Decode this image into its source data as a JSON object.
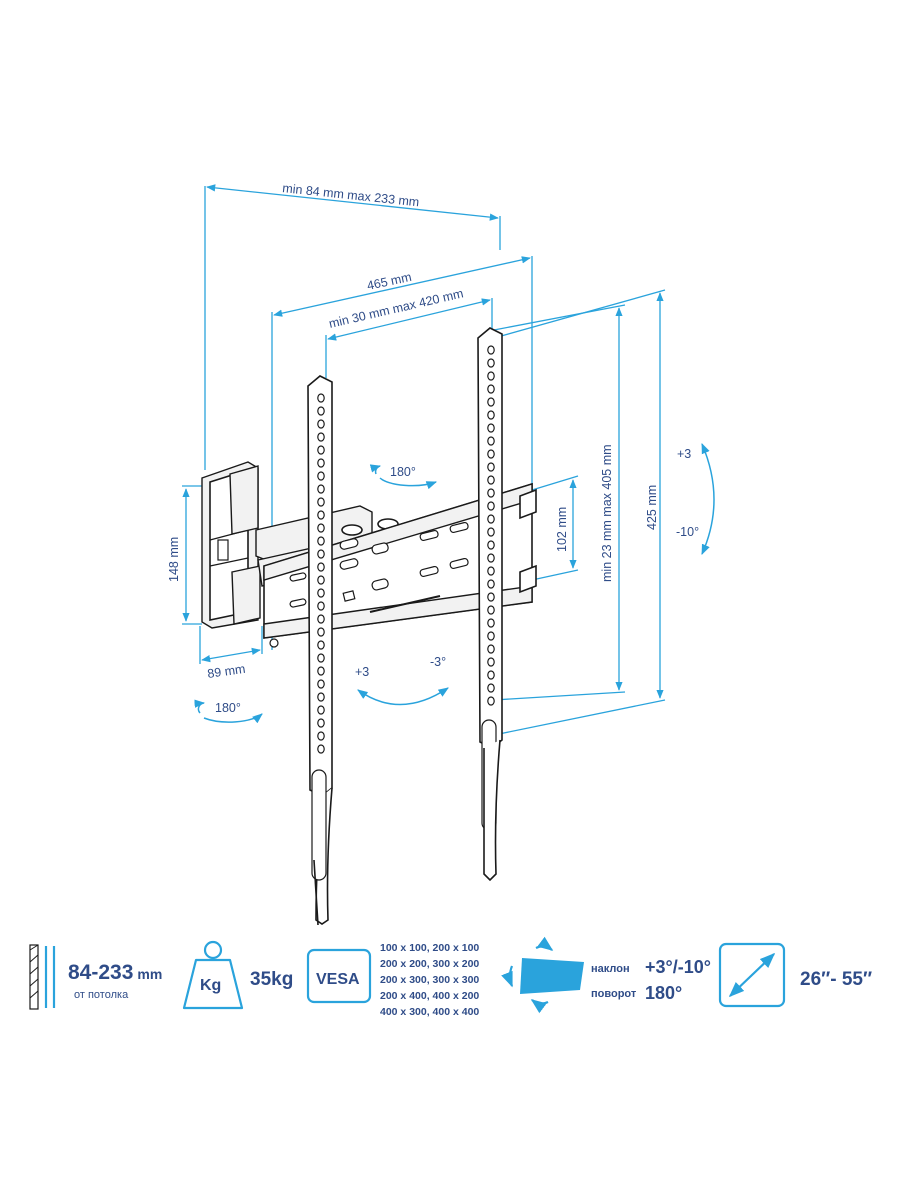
{
  "colors": {
    "dimension_line": "#2aa3dc",
    "text_navy": "#2f4c88",
    "outline": "#1a1a1a",
    "accent_fill": "#2aa3dc"
  },
  "dimensions": {
    "wall_depth": "min 84 mm max 233 mm",
    "arm_width": "465 mm",
    "vesa_horizontal": "min 30 mm max 420 mm",
    "rail_height": "102 mm",
    "vesa_vertical": "min 23 mm max 405 mm",
    "bracket_height": "425 mm",
    "wall_plate_height": "148 mm",
    "wall_plate_width": "89 mm"
  },
  "rotations": {
    "swivel_top": "180°",
    "swivel_bottom": "180°",
    "tilt_right_plus": "+3",
    "tilt_right_minus": "-10°",
    "tilt_left_plus": "+3",
    "tilt_left_minus": "-3°"
  },
  "specs": {
    "wall_distance": {
      "value": "84-233",
      "unit": "mm",
      "caption": "от потолка",
      "icon": "wall-distance-icon"
    },
    "load": {
      "icon_label": "Kg",
      "value": "35kg",
      "icon": "weight-icon"
    },
    "vesa": {
      "icon_label": "VESA",
      "lines": [
        "100 x 100, 200 x 100",
        "200 x 200, 300 x 200",
        "200 x 300, 300 x 300",
        "200 x 400, 400 x 200",
        "400 x 300, 400 x 400"
      ]
    },
    "motion": {
      "tilt_label": "наклон",
      "tilt_value": "+3°/-10°",
      "swivel_label": "поворот",
      "swivel_value": "180°",
      "icon": "tilt-swivel-icon"
    },
    "screen_size": {
      "value": "26″- 55″",
      "icon": "diagonal-icon"
    }
  }
}
